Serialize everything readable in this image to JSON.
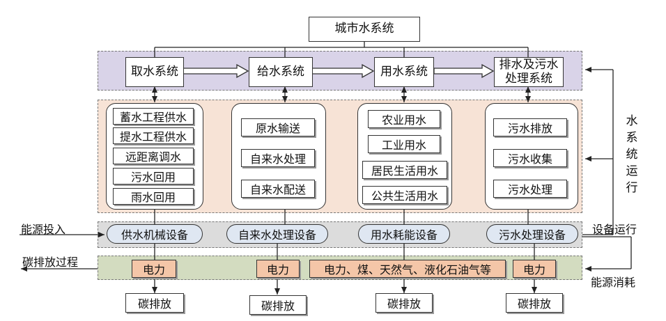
{
  "title": "城市水系统",
  "systems": [
    "取水系统",
    "给水系统",
    "用水系统",
    "排水及污水处理系统"
  ],
  "subsystems": [
    [
      "蓄水工程供水",
      "提水工程供水",
      "远距离调水",
      "污水回用",
      "雨水回用"
    ],
    [
      "原水输送",
      "自来水处理",
      "自来水配送"
    ],
    [
      "农业用水",
      "工业用水",
      "居民生活用水",
      "公共生活用水"
    ],
    [
      "污水排放",
      "污水收集",
      "污水处理"
    ]
  ],
  "equipment": [
    "供水机械设备",
    "自来水处理设备",
    "用水耗能设备",
    "污水处理设备"
  ],
  "energy": [
    "电力",
    "电力",
    "电力、煤、天然气、液化石油气等",
    "电力"
  ],
  "carbon": [
    "碳排放",
    "碳排放",
    "碳排放",
    "碳排放"
  ],
  "labels": {
    "energy_input": "能源投入",
    "carbon_process": "碳排放过程",
    "water_operation": "水系统运行",
    "equipment_operation": "设备运行",
    "energy_consumption": "能源消耗"
  },
  "colors": {
    "system_band": "#d9d3e8",
    "subsystem_band": "#f7e3d6",
    "equipment_band": "#dcdcdc",
    "energy_band": "#d3dcc0",
    "equipment_pill": "#dfe7f2",
    "energy_box": "#f4c6a8"
  }
}
